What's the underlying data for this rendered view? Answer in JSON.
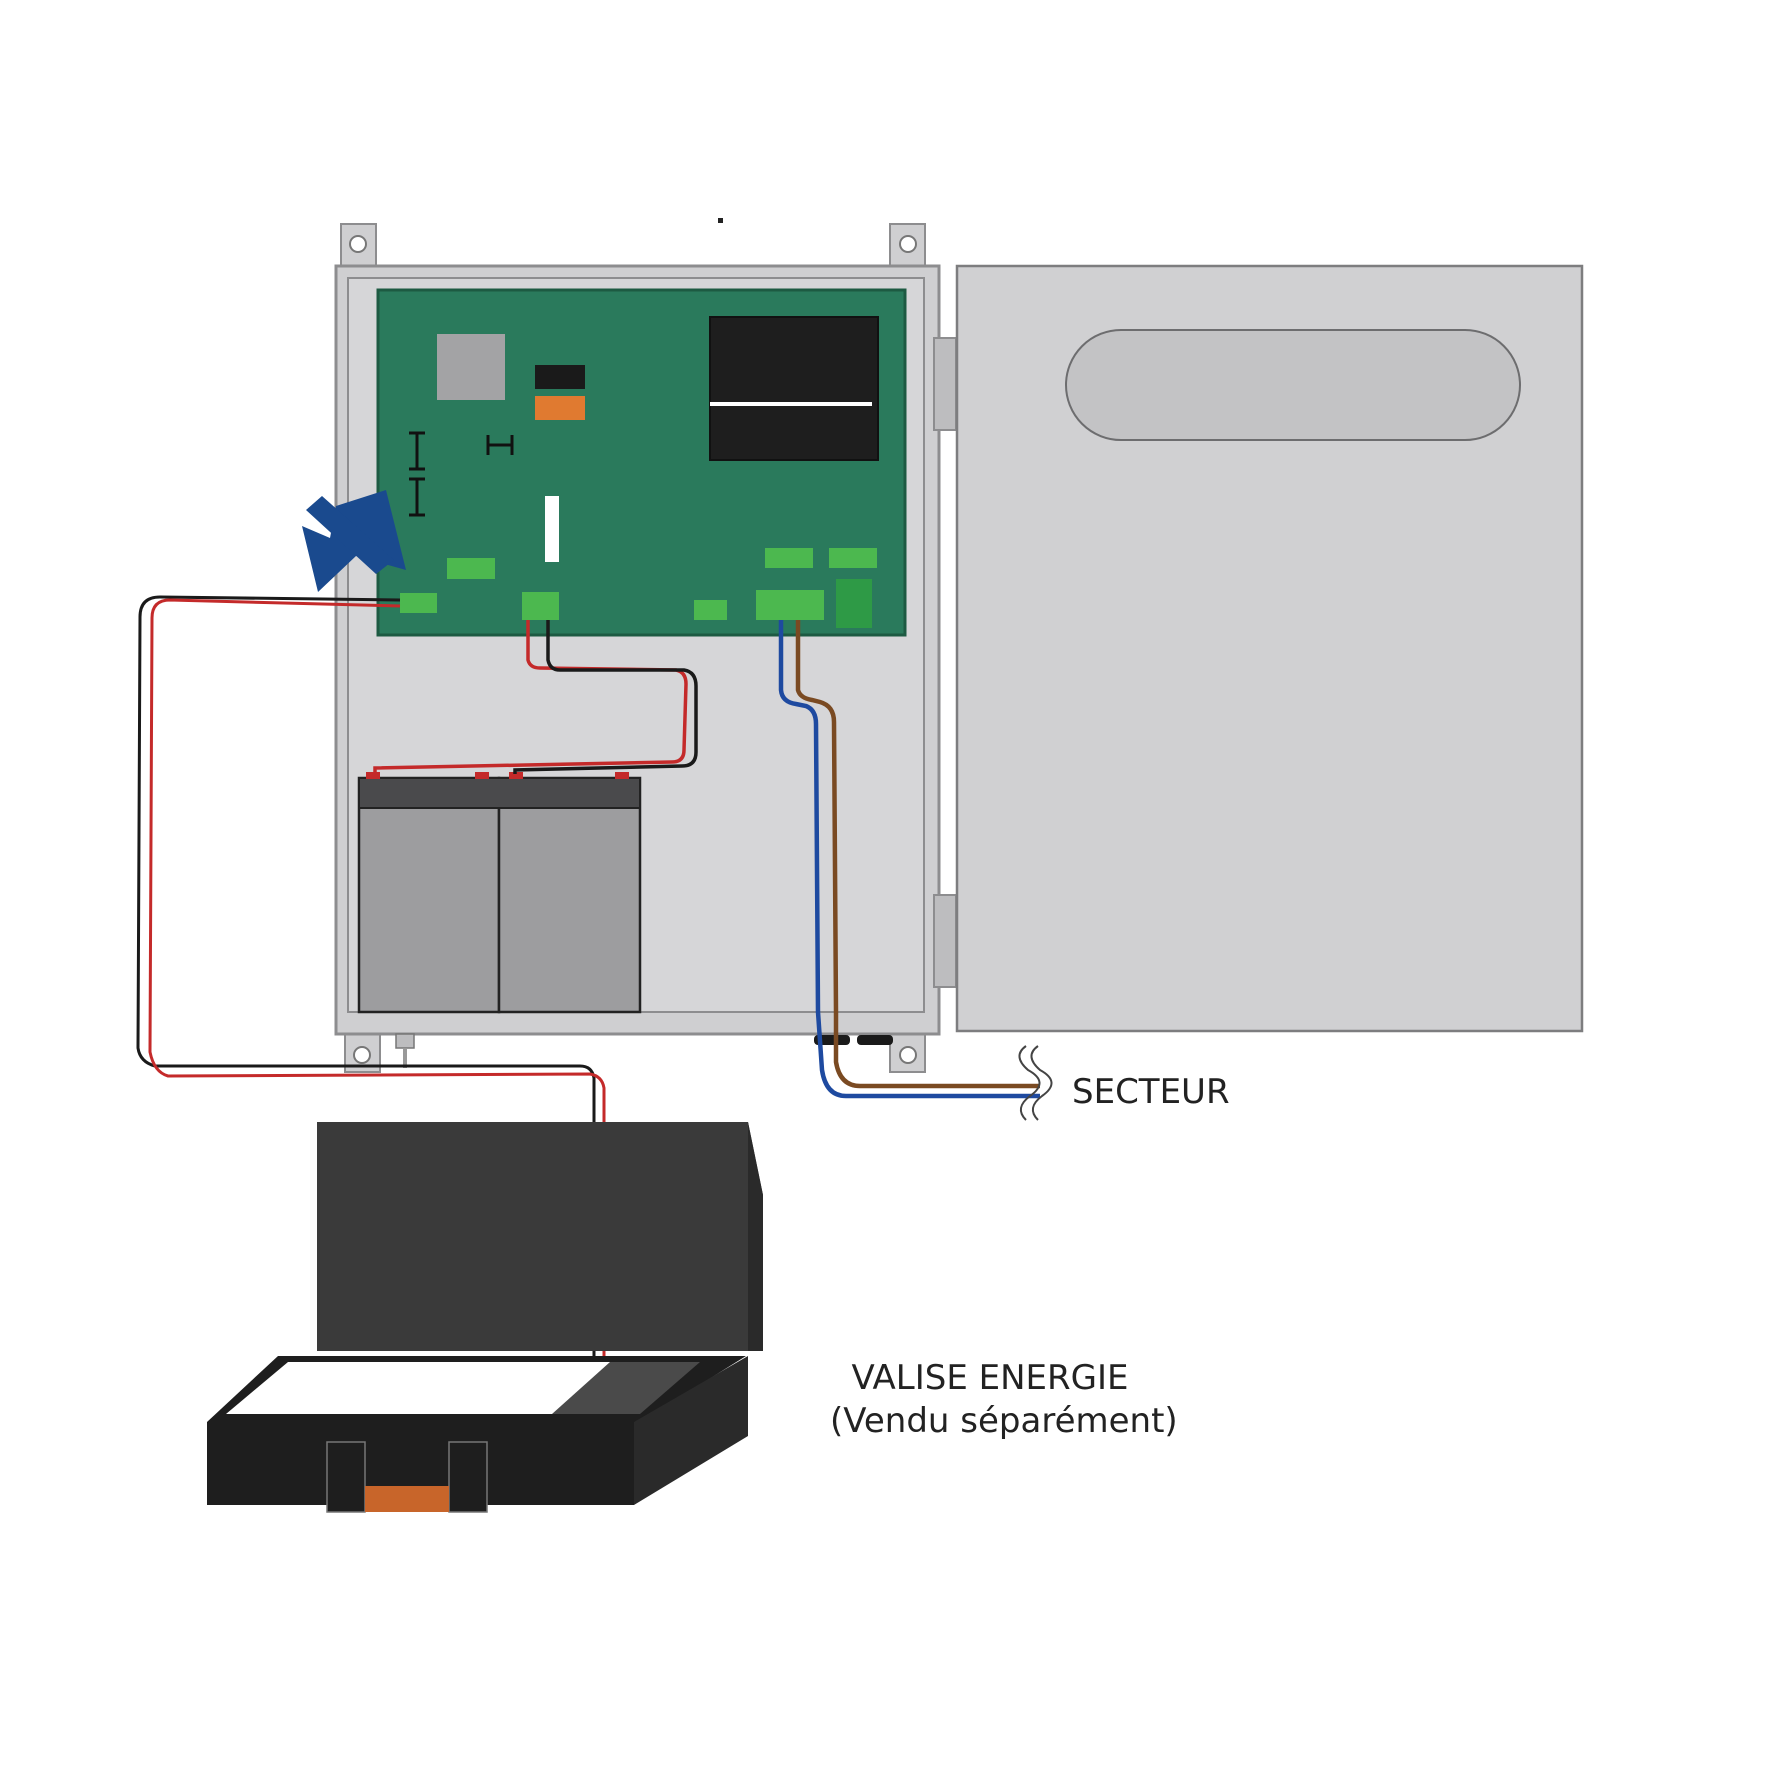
{
  "labels": {
    "mains": "SECTEUR",
    "energy_case_title": "VALISE ENERGIE",
    "energy_case_note": "(Vendu séparément)"
  },
  "colors": {
    "background": "#ffffff",
    "cabinet": "#cfcfd1",
    "cabinet_outline": "#8d8d8f",
    "board": "#2a7a5c",
    "connector": "#4cb84f",
    "pointer_arrow": "#1a4a8e",
    "wire_red": "#c42a2a",
    "wire_black": "#1a1a1a",
    "wire_blue": "#1e4aa0",
    "wire_brown": "#7a4a22",
    "case_body": "#3a3a3a",
    "case_front": "#1e1e1e",
    "case_latch": "#c8652a",
    "battery": "#9d9d9f"
  }
}
